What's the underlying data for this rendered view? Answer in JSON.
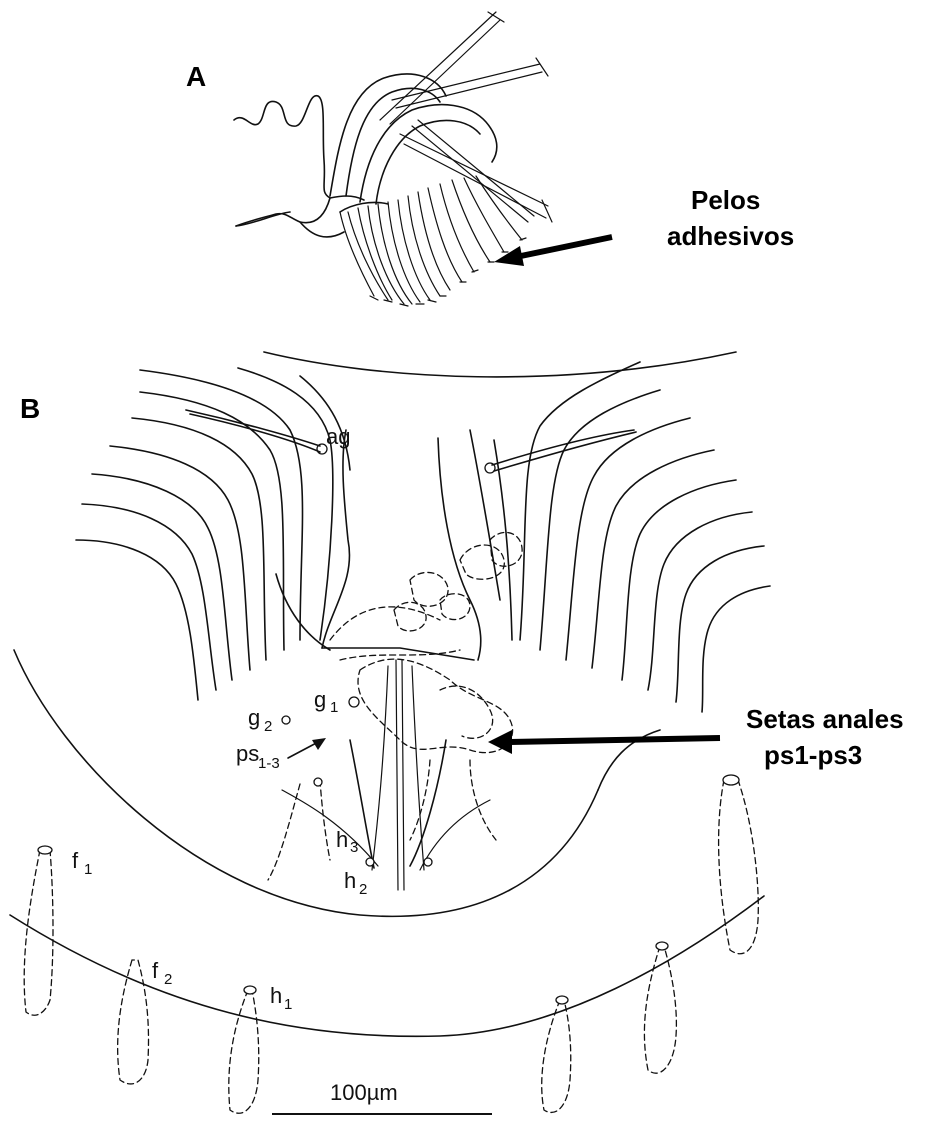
{
  "panels": {
    "a": {
      "letter": "A",
      "callout": [
        "Pelos",
        "adhesivos"
      ]
    },
    "b": {
      "letter": "B",
      "callout": [
        "Setas anales",
        "ps1-ps3"
      ],
      "labels": {
        "ag": "ag",
        "g1": "g",
        "g1_sub": "1",
        "g2": "g",
        "g2_sub": "2",
        "ps": "ps",
        "ps_sub": "1-3",
        "h3": "h",
        "h3_sub": "3",
        "h2": "h",
        "h2_sub": "2",
        "f1": "f",
        "f1_sub": "1",
        "f2": "f",
        "f2_sub": "2",
        "h1": "h",
        "h1_sub": "1"
      }
    }
  },
  "scale_bar": {
    "label": "100µm"
  }
}
